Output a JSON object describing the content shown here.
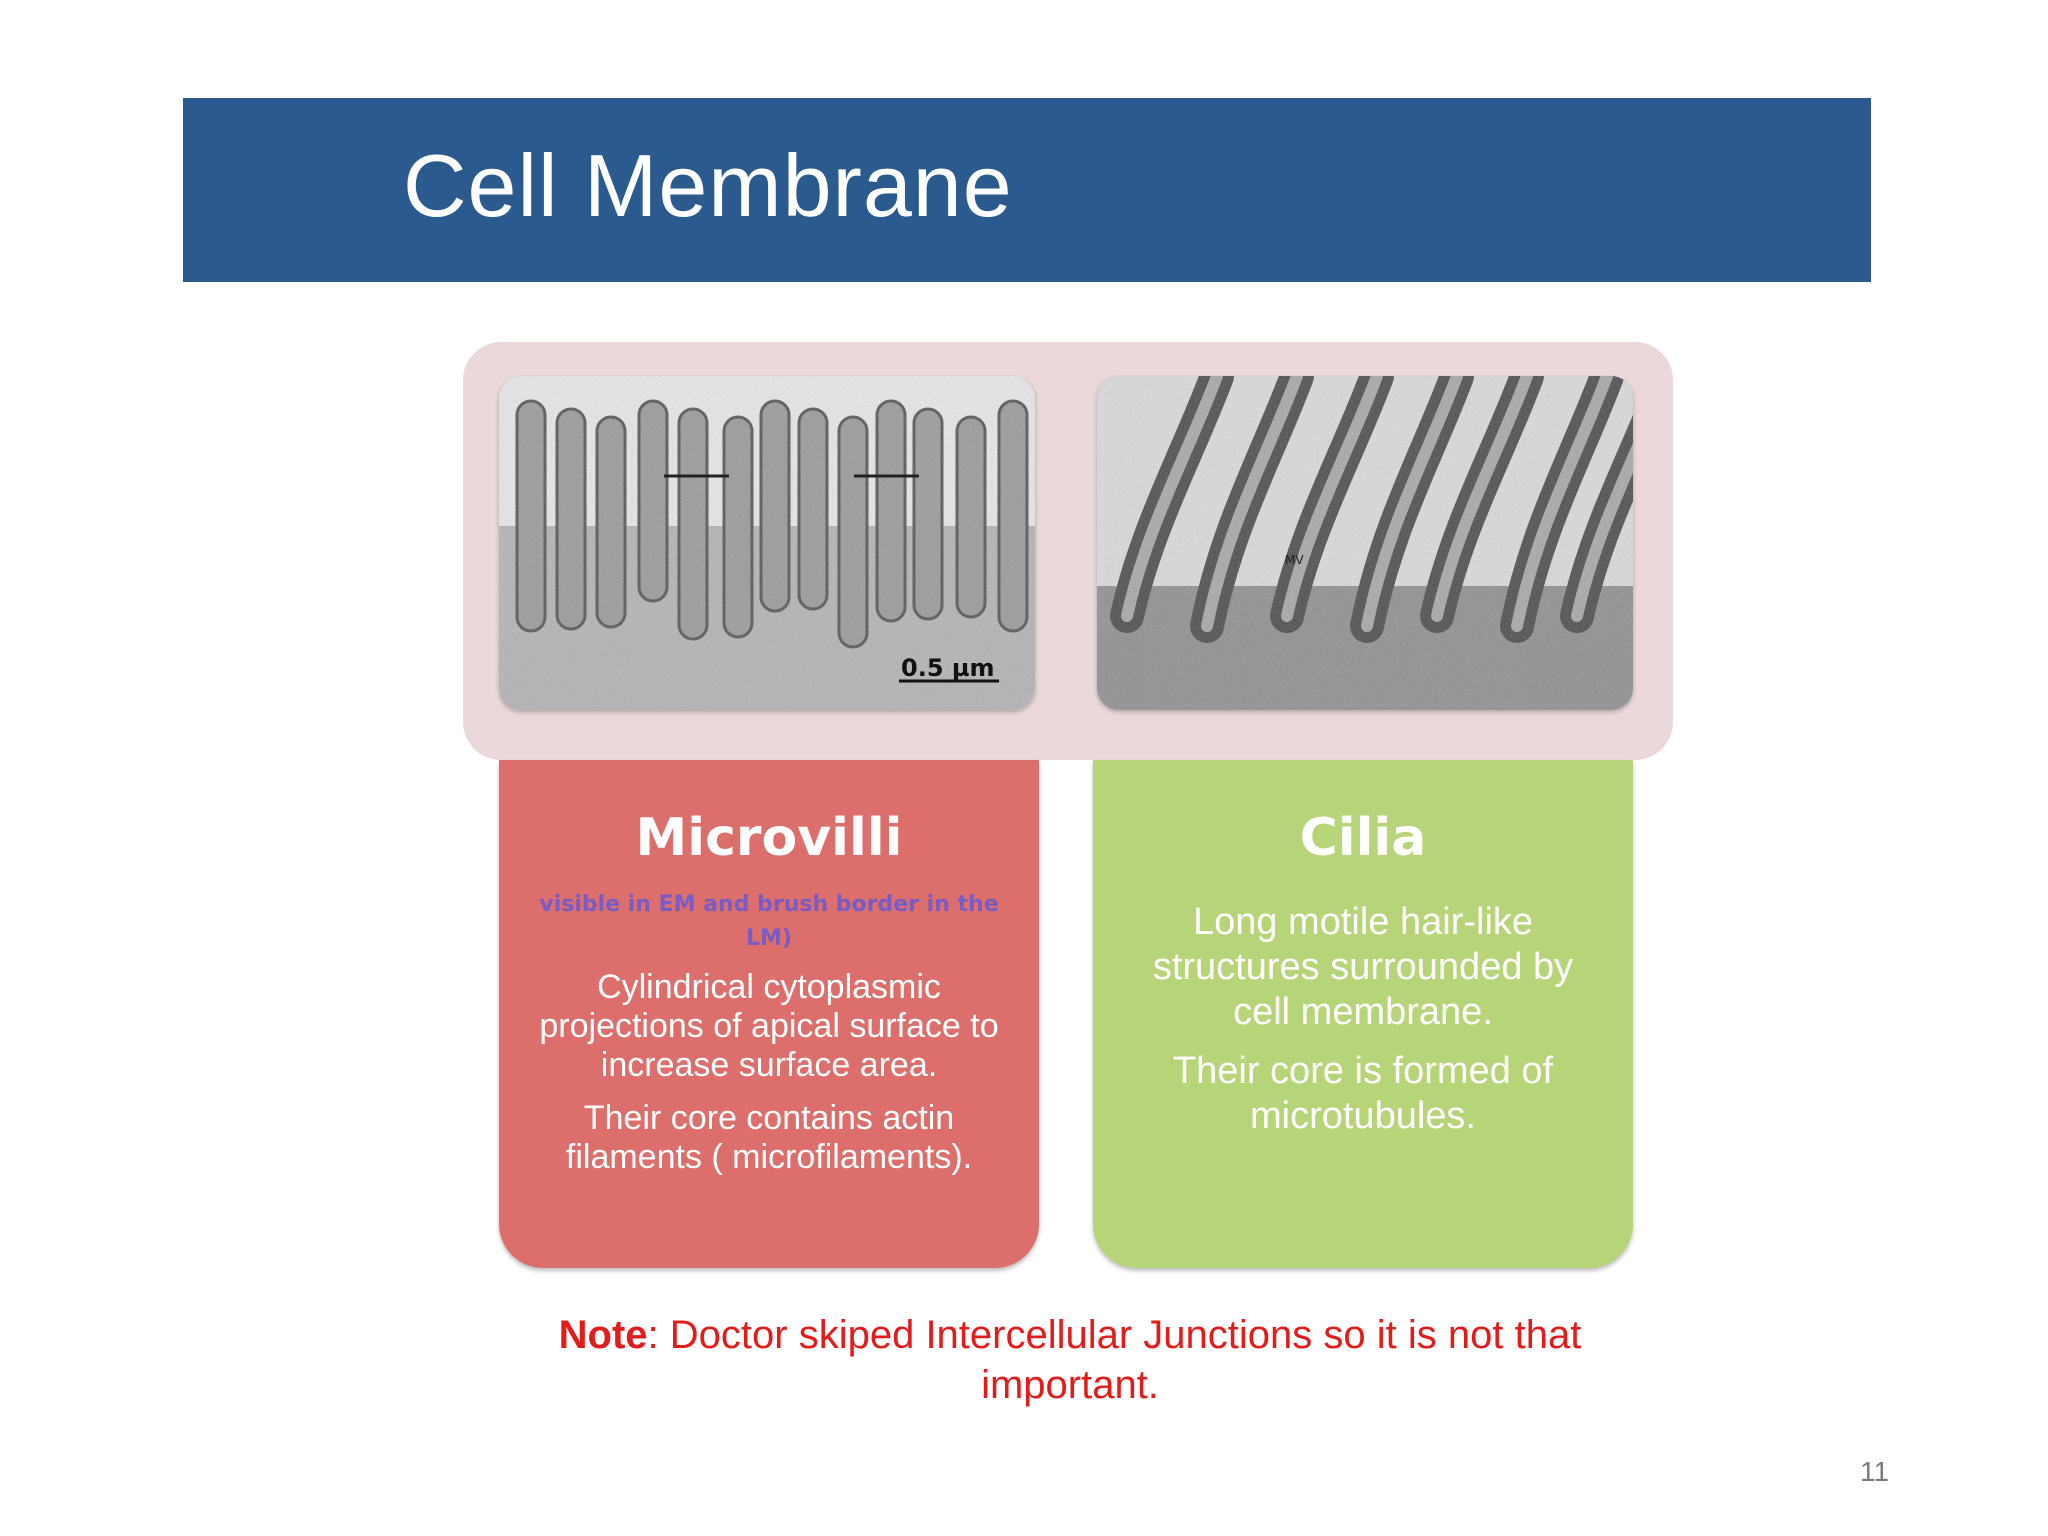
{
  "slide": {
    "title": "Cell Membrane",
    "page_number": "11"
  },
  "images": {
    "microvilli": {
      "scale_label": "0.5 µm"
    },
    "cilia": {
      "label": "MV"
    }
  },
  "cards": {
    "microvilli": {
      "title": "Microvilli",
      "note": "visible in EM and brush border in the LM)",
      "paragraphs": [
        "Cylindrical cytoplasmic projections of apical surface to increase surface area.",
        "Their core contains actin filaments ( microfilaments)."
      ]
    },
    "cilia": {
      "title": "Cilia",
      "paragraphs": [
        "Long motile hair-like structures surrounded by cell membrane.",
        "Their core is formed of microtubules."
      ]
    }
  },
  "footer_note": {
    "label": "Note",
    "text": ": Doctor skiped Intercellular Junctions so it is not that important."
  },
  "colors": {
    "title_bar": "#2a5a8e",
    "frame": "#ead8da",
    "microvilli_card": "#dc6e6c",
    "cilia_card": "#b7d478",
    "note_red": "#e21b1b",
    "microvilli_note_purple": "#7a5bc4"
  }
}
